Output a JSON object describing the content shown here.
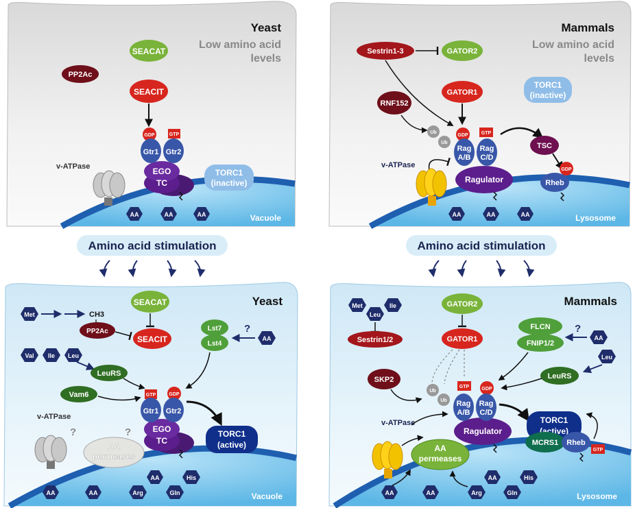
{
  "panels": {
    "yeast_low": {
      "title": "Yeast",
      "condition": "Low amino acid levels",
      "compartment": "Vacuole"
    },
    "mammal_low": {
      "title": "Mammals",
      "condition": "Low amino acid levels",
      "compartment": "Lysosome"
    },
    "yeast_stim": {
      "title": "Yeast",
      "compartment": "Vacuole"
    },
    "mammal_stim": {
      "title": "Mammals",
      "compartment": "Lysosome"
    }
  },
  "stimulation_label": "Amino acid stimulation",
  "labels": {
    "seacat": "SEACAT",
    "seacit": "SEACIT",
    "pp2ac": "PP2Ac",
    "gdp": "GDP",
    "gtp": "GTP",
    "gtr1": "Gtr1",
    "gtr2": "Gtr2",
    "ego": "EGO",
    "tc": "TC",
    "torc1": "TORC1",
    "inactive": "(inactive)",
    "active": "(active)",
    "vatpase": "v-ATPase",
    "aa": "AA",
    "sestrin13": "Sestrin1-3",
    "gator2": "GATOR2",
    "gator1": "GATOR1",
    "rnf152": "RNF152",
    "ub": "Ub",
    "rag": "Rag",
    "ab": "A/B",
    "cd": "C/D",
    "ragulator": "Ragulator",
    "tsc": "TSC",
    "rheb": "Rheb",
    "met": "Met",
    "ch3": "CH3",
    "val": "Val",
    "ile": "Ile",
    "leu": "Leu",
    "leurs": "LeuRS",
    "vam6": "Vam6",
    "lst7": "Lst7",
    "lst4": "Lst4",
    "question": "?",
    "aa_permeases_1": "AA",
    "aa_permeases_2": "permeases",
    "arg": "Arg",
    "gln": "Gln",
    "his": "His",
    "sestrin12": "Sestrin1/2",
    "flcn": "FLCN",
    "fnip12": "FNIP1/2",
    "skp2": "SKP2",
    "mcrs1": "MCRS1"
  },
  "colors": {
    "gray_bg": "#e6e6e6",
    "blue_bg": "#d8edf8",
    "membrane": "#1e5fb0",
    "lumen": "#8fd0f2",
    "green": "#79b33a",
    "red": "#d7261e",
    "darkred": "#6e0f1a",
    "navy": "#1f2d6b",
    "purple": "#5c1e8c",
    "rag_blue": "#3957a8",
    "torc_active": "#0f2f8a",
    "torc_inactive": "#8fbde8",
    "yellow": "#f2c200",
    "darkgreen": "#2f6e23"
  }
}
